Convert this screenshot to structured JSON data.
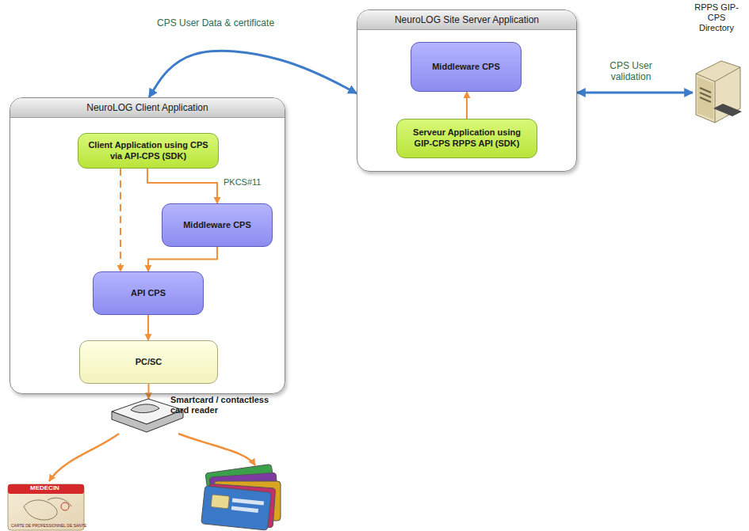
{
  "diagram": {
    "nodes": [
      {
        "text": [
          "NeuroLOG Client Application"
        ]
      },
      {
        "text": [
          "Client Application using CPS via API-CPS (SDK)"
        ],
        "in": 0
      },
      {
        "text": [
          "Middleware CPS"
        ],
        "in": 0
      },
      {
        "text": [
          "API CPS"
        ],
        "in": 0
      },
      {
        "text": [
          "PC/SC"
        ],
        "in": 0
      },
      {
        "text": [
          "NeuroLOG Site Server Application"
        ]
      },
      {
        "text": [
          "Middleware CPS"
        ],
        "in": 5
      },
      {
        "text": [
          "Serveur Application using GIP-CPS RPPS API (SDK)"
        ],
        "in": 5
      },
      {
        "text": [
          "RPPS GIP-CPS Directory"
        ]
      },
      {
        "text": [
          "Smartcard / contactless card reader"
        ]
      }
    ],
    "edges": [
      {
        "from": 1,
        "to": 3,
        "arrow": "to"
      },
      {
        "from": 1,
        "to": 2,
        "label": "PKCS#11",
        "arrow": "to"
      },
      {
        "from": 2,
        "to": 3,
        "arrow": "to"
      },
      {
        "from": 3,
        "to": 4,
        "arrow": "to"
      },
      {
        "from": 4,
        "to": 9,
        "arrow": "to"
      },
      {
        "from": 7,
        "to": 6,
        "arrow": "to"
      },
      {
        "from": 5,
        "to": 0,
        "label": "CPS User Data & certificate",
        "arrow": "both"
      },
      {
        "from": 5,
        "to": 8,
        "label": "CPS User validation",
        "arrow": "both"
      }
    ],
    "labels": [
      "MEDECIN",
      "CARTE DE PROFESSIONNEL DE SANTE"
    ]
  }
}
